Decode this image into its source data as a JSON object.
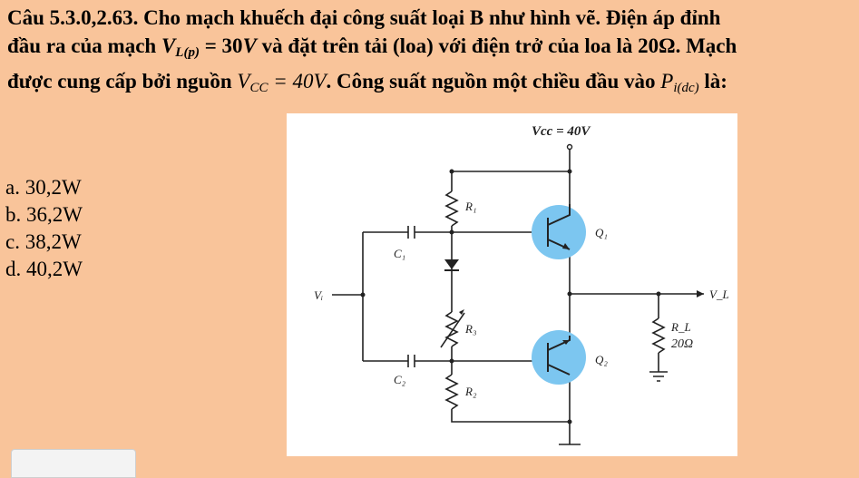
{
  "question": {
    "line1": "Câu 5.3.0,2.63. Cho mạch khuếch đại công suất loại B như hình vẽ. Điện áp đỉnh",
    "line2_a": "đầu ra của mạch ",
    "vl_main": "V",
    "vl_sub": "L(p)",
    "line2_b": " = 30",
    "line2_unit": "V",
    "line2_c": " và đặt trên tải (loa) với điện trở của loa là 20Ω.  Mạch",
    "line3_a": "được cung cấp bởi nguồn ",
    "vcc_main": "V",
    "vcc_sub": "CC",
    "vcc_eq": " = 40V",
    "line3_b": ". Công suất nguồn một chiều đầu vào ",
    "p_main": "P",
    "p_sub": "i(dc)",
    "line3_c": " là:"
  },
  "answers": [
    {
      "label": "a. 30,2W"
    },
    {
      "label": "b. 36,2W"
    },
    {
      "label": "c. 38,2W"
    },
    {
      "label": "d. 40,2W"
    }
  ],
  "circuit": {
    "vcc_label": "Vcc = 40V",
    "r1": "R₁",
    "r2": "R₂",
    "r3": "R₃",
    "c1": "C₁",
    "c2": "C₂",
    "q1": "Q₁",
    "q2": "Q₂",
    "vi": "Vᵢ",
    "vl": "V_L",
    "rl": "R_L",
    "rl_value": "20Ω",
    "transistor_color": "#7cc6f0"
  }
}
